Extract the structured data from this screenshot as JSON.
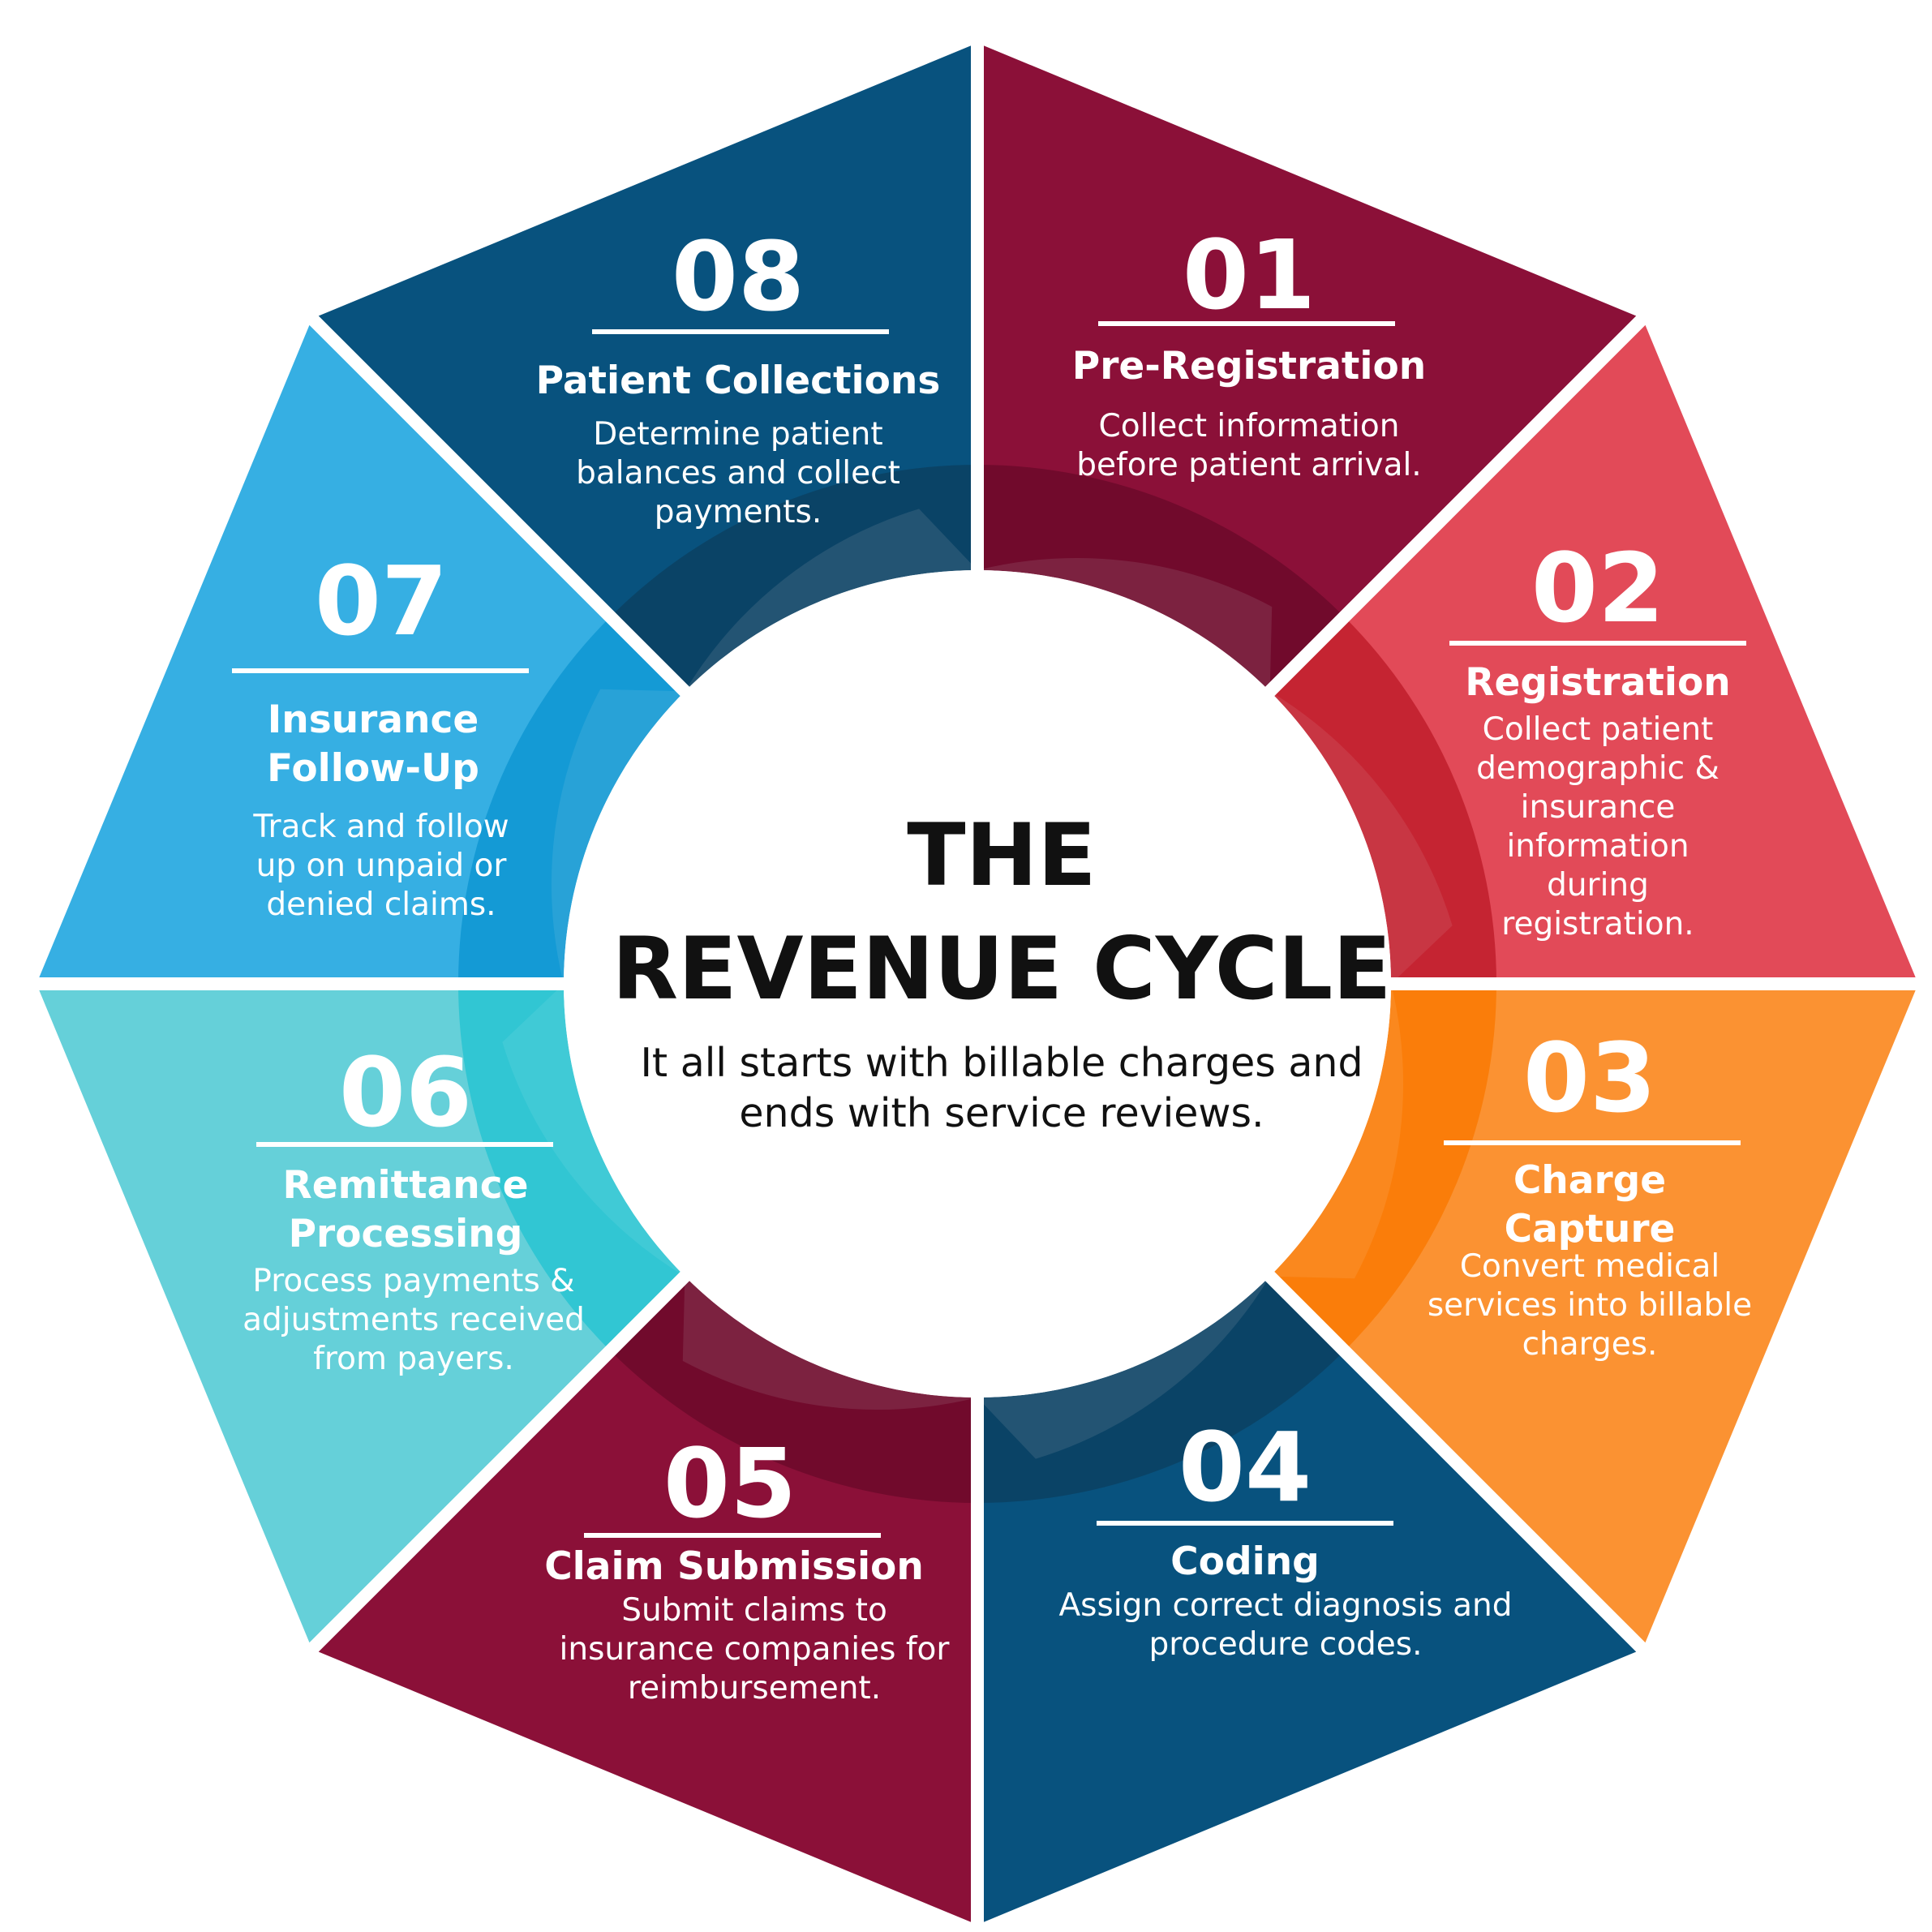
{
  "center": {
    "title_line1": "THE",
    "title_line2": "REVENUE CYCLE",
    "subtitle_line1": "It all starts with billable charges and",
    "subtitle_line2": "ends with service reviews."
  },
  "colors": {
    "maroon": "#8B1038",
    "maroon_dark": "#6E0A2B",
    "red": "#E24A58",
    "red_dark": "#C2202F",
    "orange": "#FB9232",
    "orange_dark": "#F97B05",
    "navy": "#08527E",
    "navy_dark": "#0B4164",
    "teal": "#65D0D9",
    "teal_dark": "#2BC4D1",
    "blue": "#36AFE3",
    "blue_dark": "#1198D3"
  },
  "steps": [
    {
      "number": "01",
      "title": "Pre-Registration",
      "desc_lines": [
        "Collect information",
        "before patient arrival."
      ],
      "color": "#8B1038",
      "inner_color": "#6E0A2B"
    },
    {
      "number": "02",
      "title": "Registration",
      "desc_lines": [
        "Collect patient",
        "demographic &",
        "insurance",
        "information",
        "during",
        "registration."
      ],
      "color": "#E24A58",
      "inner_color": "#C2202F"
    },
    {
      "number": "03",
      "title_lines": [
        "Charge",
        "Capture"
      ],
      "desc_lines": [
        "Convert medical",
        "services into billable",
        "charges."
      ],
      "color": "#FB9232",
      "inner_color": "#F97B05"
    },
    {
      "number": "04",
      "title": "Coding",
      "desc_lines": [
        "Assign correct diagnosis and",
        "procedure codes."
      ],
      "color": "#08527E",
      "inner_color": "#0B4164"
    },
    {
      "number": "05",
      "title": "Claim Submission",
      "desc_lines": [
        "Submit claims to",
        "insurance companies for",
        "reimbursement."
      ],
      "color": "#8B1038",
      "inner_color": "#6E0A2B"
    },
    {
      "number": "06",
      "title_lines": [
        "Remittance",
        "Processing"
      ],
      "desc_lines": [
        "Process payments &",
        "adjustments received",
        "from payers."
      ],
      "color": "#65D0D9",
      "inner_color": "#2BC4D1"
    },
    {
      "number": "07",
      "title_lines": [
        "Insurance",
        "Follow-Up"
      ],
      "desc_lines": [
        "Track and follow",
        "up on unpaid or",
        "denied claims."
      ],
      "color": "#36AFE3",
      "inner_color": "#1198D3"
    },
    {
      "number": "08",
      "title": "Patient Collections",
      "desc_lines": [
        "Determine patient",
        "balances and collect",
        "payments."
      ],
      "color": "#08527E",
      "inner_color": "#0B4164"
    }
  ]
}
